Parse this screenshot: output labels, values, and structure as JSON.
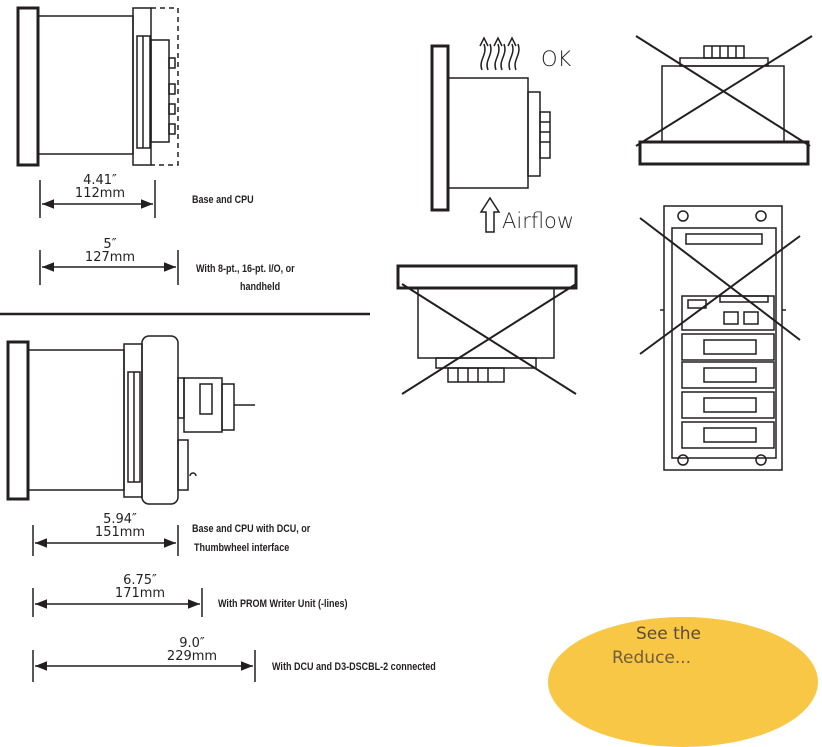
{
  "top": {
    "dim_a_in": "4.41″",
    "dim_a_mm": "112mm",
    "cap_a": "Base and CPU",
    "dim_b_in": "5″",
    "dim_b_mm": "127mm",
    "cap_b_line1": "With 8-pt., 16-pt. I/O, or",
    "cap_b_line2": "handheld"
  },
  "bottom": {
    "dim_c_in": "5.94″",
    "dim_c_mm": "151mm",
    "cap_c_line1": "Base and CPU with DCU, or",
    "cap_c_line2": "Thumbwheel  interface",
    "dim_d_in": "6.75″",
    "dim_d_mm": "171mm",
    "cap_d": "With PROM Writer Unit (-lines)",
    "dim_e_in": "9.0″",
    "dim_e_mm": "229mm",
    "cap_e": "With DCU and D3-DSCBL-2 connected"
  },
  "orientation": {
    "ok_label": "OK",
    "airflow_label": "Airflow"
  },
  "callout": {
    "line1": "See the",
    "line2": "Reduce..."
  },
  "colors": {
    "ink": "#231f20",
    "callout": "#f8c745"
  }
}
